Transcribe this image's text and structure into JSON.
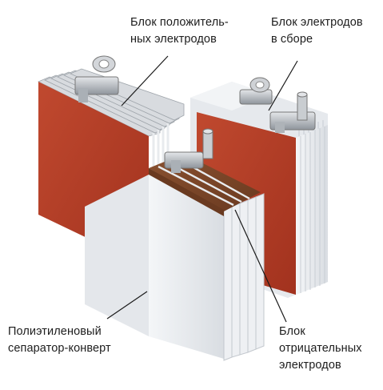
{
  "labels": {
    "positive_block": [
      "Блок положитель-",
      "ных электродов"
    ],
    "assembled_block": [
      "Блок электродов",
      "в сборе"
    ],
    "separator": [
      "Полиэтиленовый",
      "сепаратор-конверт"
    ],
    "negative_block": [
      "Блок",
      "отрицательных",
      "электродов"
    ]
  },
  "colors": {
    "positive_plate": "#b23a24",
    "negative_plate": "#7a4426",
    "separator": "#e3e6ea",
    "terminal": "#b9bdc2",
    "leader_line": "#1a1a1a"
  },
  "icons": {
    "terminal": "terminal-bolt-icon"
  }
}
